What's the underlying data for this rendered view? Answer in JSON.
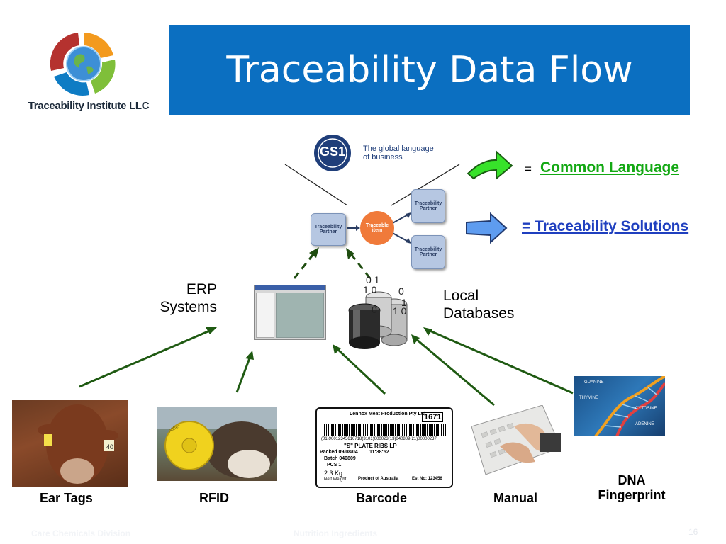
{
  "header": {
    "title": "Traceability Data Flow",
    "logo_caption": "Traceability Institute LLC"
  },
  "gs1": {
    "logo_text": "GS1",
    "tagline_line1": "The global language",
    "tagline_line2": "of business"
  },
  "legend": {
    "eq1": "=",
    "common_language": "Common Language",
    "traceability_solutions": "= Traceability Solutions",
    "common_color": "#13a813",
    "solutions_color": "#1f3fbf"
  },
  "network": {
    "partner_left_1": "Traceability",
    "partner_left_2": "Partner",
    "item_1": "Traceable",
    "item_2": "item",
    "partner_top_1": "Traceability",
    "partner_top_2": "Partner",
    "partner_bottom_1": "Traceability",
    "partner_bottom_2": "Partner"
  },
  "systems": {
    "erp_line1": "ERP",
    "erp_line2": "Systems",
    "local_line1": "Local",
    "local_line2": "Databases"
  },
  "sources": {
    "ear_tags": "Ear Tags",
    "rfid": "RFID",
    "barcode": "Barcode",
    "manual": "Manual",
    "dna_line1": "DNA",
    "dna_line2": "Fingerprint"
  },
  "barcode_label": {
    "company": "Lennox Meat Production Pty Ltd",
    "code": "1671",
    "gs1_string": "(01)90012345616718(3101)000023(13)040809(21)00000237",
    "product": "\"S\" PLATE RIBS  LP",
    "packed": "Packed 09/08/04",
    "time": "11:38:52",
    "batch": "Batch 040809",
    "pcs": "PCS 1",
    "weight": "2.3 Kg",
    "weight_label": "Nett Weight",
    "origin": "Product of Australia",
    "est": "Est No: 123456"
  },
  "dna": {
    "guanine": "GUANINE",
    "thymine": "THYMINE",
    "cytosine": "CYTOSINE",
    "adenine": "ADENINE"
  },
  "rfid_tag_text": "Allflex by Destron 98512000816353",
  "ear_tag_number": "40",
  "footer": {
    "left": "Care Chemicals Division",
    "center": "Nutrition Ingredients",
    "page": "16"
  }
}
